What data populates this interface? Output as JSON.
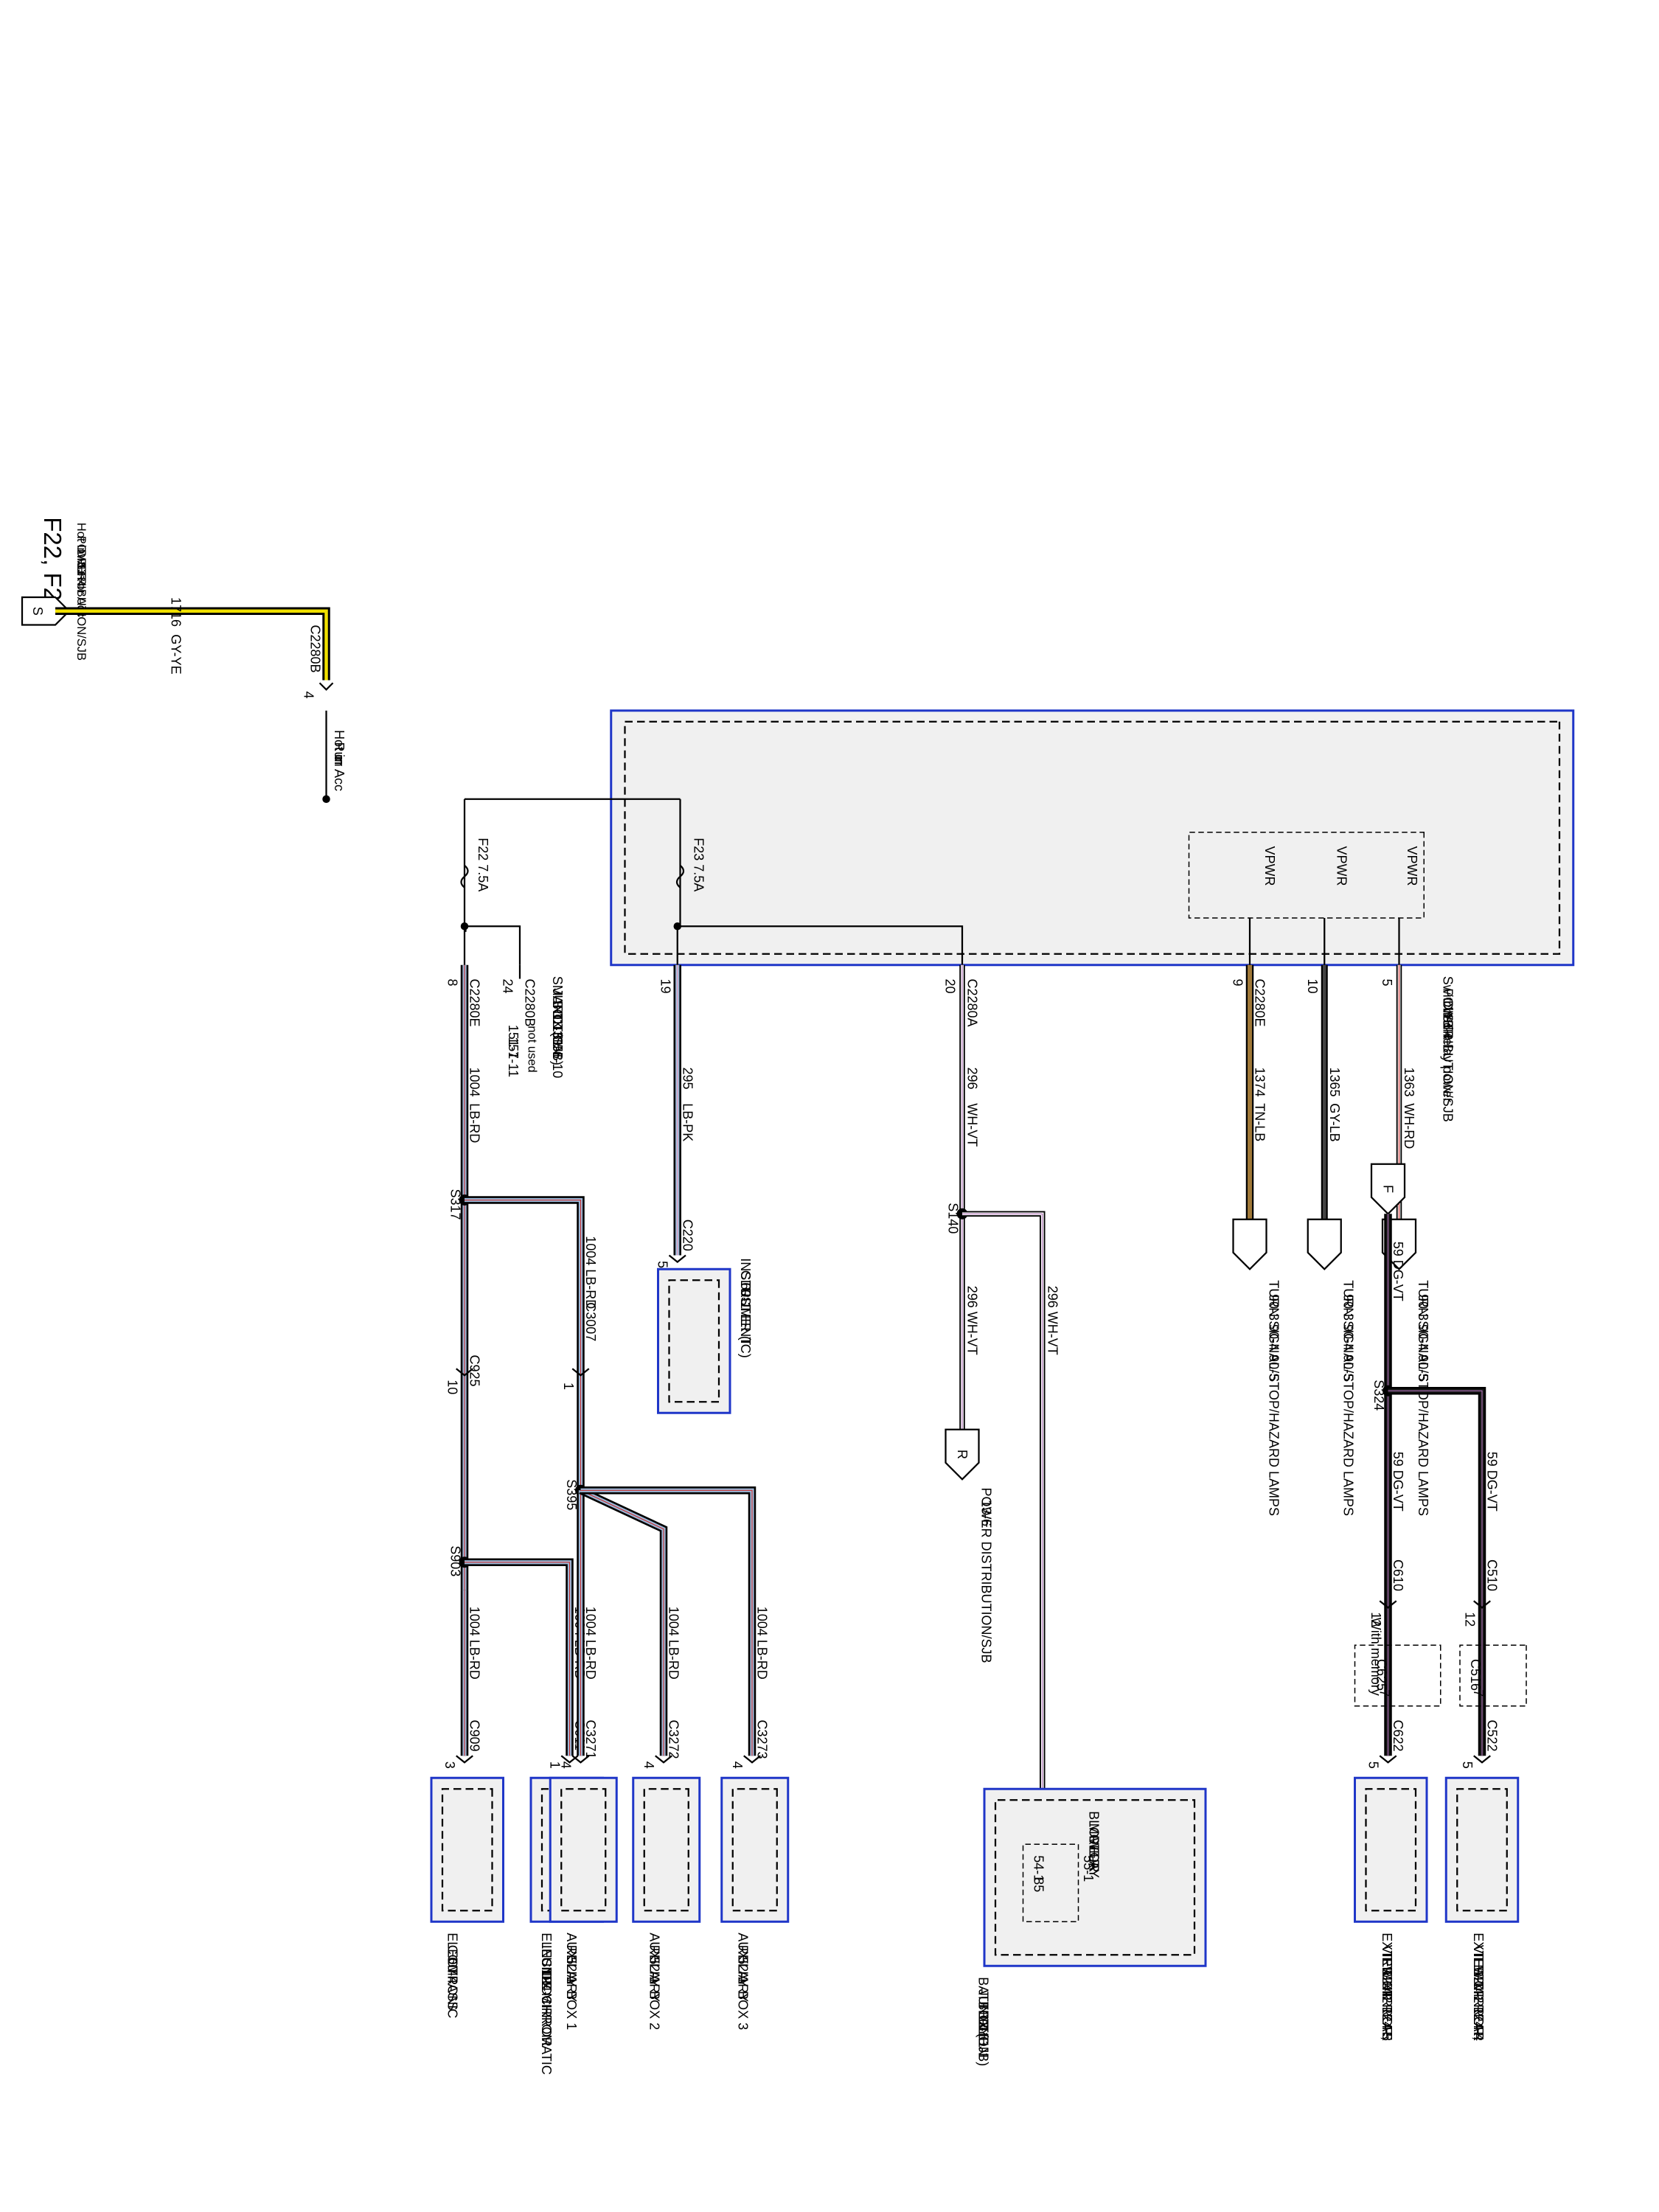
{
  "page_title": "F22, F23",
  "source": {
    "letter": "S",
    "lines": [
      "Hot in Run or Acc",
      "POWER",
      "DISTRIBUTION/SJB",
      "13-4"
    ]
  },
  "feed_wire": {
    "circuit": "1716",
    "color": "GY-YE",
    "connector": "C2280B",
    "pin": "4"
  },
  "sjb": {
    "hot_label": [
      "Hot in",
      "Run",
      "or Acc"
    ],
    "fuse_f22": "F22  7.5A",
    "fuse_f23": "F23  7.5A",
    "vpwr": [
      "VPWR",
      "VPWR",
      "VPWR"
    ],
    "name_lines": [
      "SMART",
      "JUNCTION",
      "BOX (SJB)",
      "11-3",
      "151-6",
      "151-10"
    ],
    "refs_right": [
      "151-7",
      "151-11"
    ]
  },
  "circuits": [
    {
      "connector": "C2280E",
      "pin": "8",
      "circuit": "1004",
      "color": "LB-RD"
    },
    {
      "connector": "C2280B",
      "pin": "24",
      "note": "not used"
    },
    {
      "connector": "",
      "pin": "19",
      "circuit": "295",
      "color": "LB-PK"
    },
    {
      "connector": "C2280A",
      "pin": "20",
      "circuit": "296",
      "color": "WH-VT"
    },
    {
      "connector": "C2280E",
      "pin": "9",
      "circuit": "1374",
      "color": "TN-LB"
    },
    {
      "connector": "",
      "pin": "10",
      "circuit": "1365",
      "color": "GY-LB"
    },
    {
      "connector": "",
      "pin": "5",
      "circuit": "1363",
      "color": "WH-RD"
    }
  ],
  "splices": {
    "s317": "S317",
    "s140": "S140",
    "s395": "S395",
    "s903": "S903",
    "s324": "S324"
  },
  "inline": {
    "c925": "C925",
    "c925_pin": "10",
    "c3007": "C3007",
    "c3007_pin": "1",
    "c220": "C220",
    "c220_pin": "5",
    "c610": "C610",
    "c610_pin": "12",
    "c510": "C510",
    "c510_pin": "12"
  },
  "branch_labels": {
    "s317_branch": "1004  LB-RD",
    "s140_down": "296   WH-VT",
    "s140_branch": "296   WH-VT",
    "s903_a": "1004  LB-RD",
    "s903_b": "1004  LB-RD",
    "s395_a": "1004  LB-RD",
    "s395_b": "1004  LB-RD",
    "s395_c": "1004  LB-RD",
    "dg_main": "59   DG-VT",
    "dg_right": "59   DG-VT",
    "dg_left": "59   DG-VT"
  },
  "outputs": {
    "turn_labels": [
      "TURN SIGNAL/STOP/HAZARD LAMPS",
      "TURN SIGNAL/STOP/HAZARD LAMPS",
      "TURN SIGNAL/STOP/HAZARD LAMPS"
    ],
    "turn_refs": [
      "90-3   90-4   90-5",
      "90-3   90-4   90-5",
      "90-3   90-4   90-5"
    ],
    "switched_lines": [
      "Switched relay power",
      "POWER",
      "DISTRIBUTION/SJB",
      "13-4"
    ],
    "f_letter": "F",
    "r_letter": "R",
    "r_lines": [
      "POWER DISTRIBUTION/SJB",
      "13-6"
    ]
  },
  "components": {
    "ic": {
      "lines": [
        "INSTRUMENT",
        "CLUSTER (IC)",
        "60-1"
      ]
    },
    "compass": {
      "connector": "C909",
      "pin": "3",
      "lines": [
        "ELECTRONIC",
        "COMPASS",
        "60-4"
      ]
    },
    "mirror_inside": {
      "connector": "C911",
      "pin": "1",
      "lines": [
        "ELECTROCHROMATIC",
        "INSIDE MIRROR",
        "UNIT",
        "124-6"
      ]
    },
    "arb1": {
      "connector": "C3271",
      "pin": "4",
      "lines": [
        "AUXILIARY",
        "RELAY BOX 1",
        "52-1"
      ]
    },
    "arb2": {
      "connector": "C3272",
      "pin": "4",
      "lines": [
        "AUXILIARY",
        "RELAY BOX 2",
        "52-1"
      ]
    },
    "arb3": {
      "connector": "C3273",
      "pin": "4",
      "lines": [
        "AUXILIARY",
        "RELAY BOX 3",
        "52-1"
      ]
    },
    "bjb": {
      "relay_lines": [
        "BLOWER",
        "MOTOR",
        "RELAY"
      ],
      "pin_a": "54-1",
      "pin_b": "55-1",
      "pin_c": "85",
      "lines": [
        "BATTERY",
        "JUNCTION",
        "BOX (BJB)",
        "11-1",
        "151-1"
      ]
    },
    "mirror_right": {
      "c625": "C625",
      "c625_pin": "7",
      "connector": "C622",
      "pin": "5",
      "lines": [
        "EXTERIOR REAR",
        "VIEW MIRROR,",
        "RIGHT",
        "124-2   124-5"
      ]
    },
    "mirror_left": {
      "c516": "C516",
      "c516_pin": "7",
      "connector": "C522",
      "pin": "5",
      "lines": [
        "EXTERIOR REAR",
        "VIEW MIRROR,",
        "LEFT",
        "124-2   124-4"
      ]
    },
    "with_memory": "With memory"
  },
  "colors": {
    "box_border": "#1f36c8",
    "box_fill": "#f0f0f0",
    "lb": "#9db8d8",
    "rd": "#c83030",
    "wh": "#ffffff",
    "vt": "#b070b8",
    "pk": "#f0a0c0",
    "tn": "#a07838",
    "gy": "#9a9a9a",
    "ye": "#f0e000",
    "dg": "#1a1a1a"
  }
}
